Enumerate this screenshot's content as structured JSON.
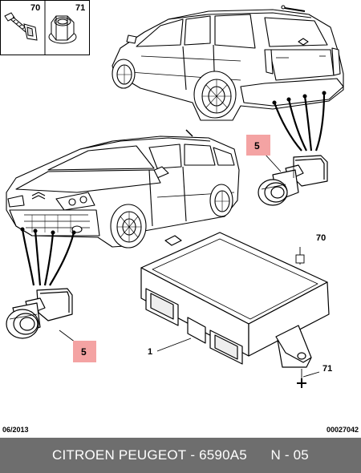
{
  "legend": {
    "items": [
      {
        "number": "70",
        "icon": "bolt-with-clip-icon"
      },
      {
        "number": "71",
        "icon": "flange-nut-icon"
      }
    ]
  },
  "callouts": {
    "sensor_rear": "5",
    "sensor_front": "5",
    "module": "1",
    "bolt": "70",
    "nut": "71"
  },
  "highlight_color": "#f4a3a3",
  "meta": {
    "date": "06/2013",
    "reference": "00027042"
  },
  "footer": {
    "brand": "CITROEN PEUGEOT",
    "part_number": "6590A5",
    "page": "N - 05"
  }
}
